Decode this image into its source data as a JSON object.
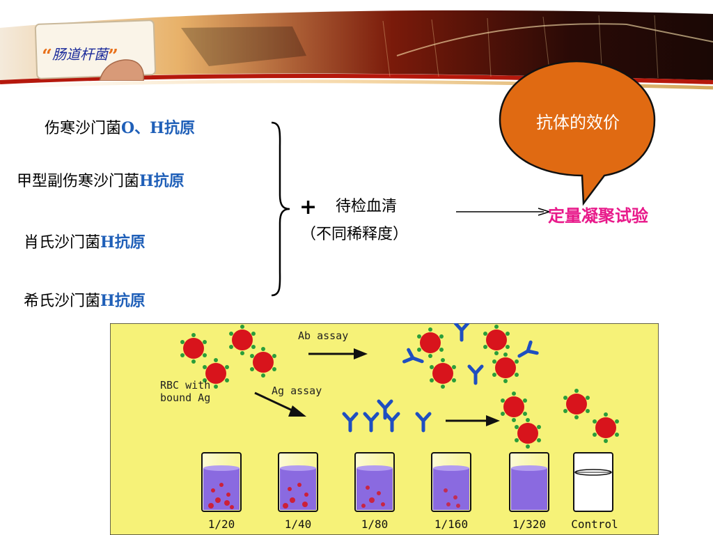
{
  "header": {
    "title": "肠道杆菌"
  },
  "antigens": [
    {
      "prefix": "伤寒沙门菌",
      "suffix": "O、H抗原"
    },
    {
      "prefix": "甲型副伤寒沙门菌",
      "suffix": "H抗原"
    },
    {
      "prefix": "肖氏沙门菌",
      "suffix": "H抗原"
    },
    {
      "prefix": "希氏沙门菌",
      "suffix": "H抗原"
    }
  ],
  "operator": "+",
  "serum": {
    "line1": "待检血清",
    "line2": "（不同稀释度）"
  },
  "result": "定量凝聚试验",
  "callout": "抗体的效价",
  "figure": {
    "ab_assay": "Ab assay",
    "ag_assay": "Ag assay",
    "rbc_line1": "RBC with",
    "rbc_line2": "bound Ag",
    "tubes": [
      "1/20",
      "1/40",
      "1/80",
      "1/160",
      "1/320",
      "Control"
    ]
  },
  "colors": {
    "banner_red": "#b5180c",
    "callout_orange": "#e06a12",
    "result_pink": "#e8198a",
    "antigen_blue": "#1f5fb8",
    "figure_bg": "#f6f278"
  }
}
